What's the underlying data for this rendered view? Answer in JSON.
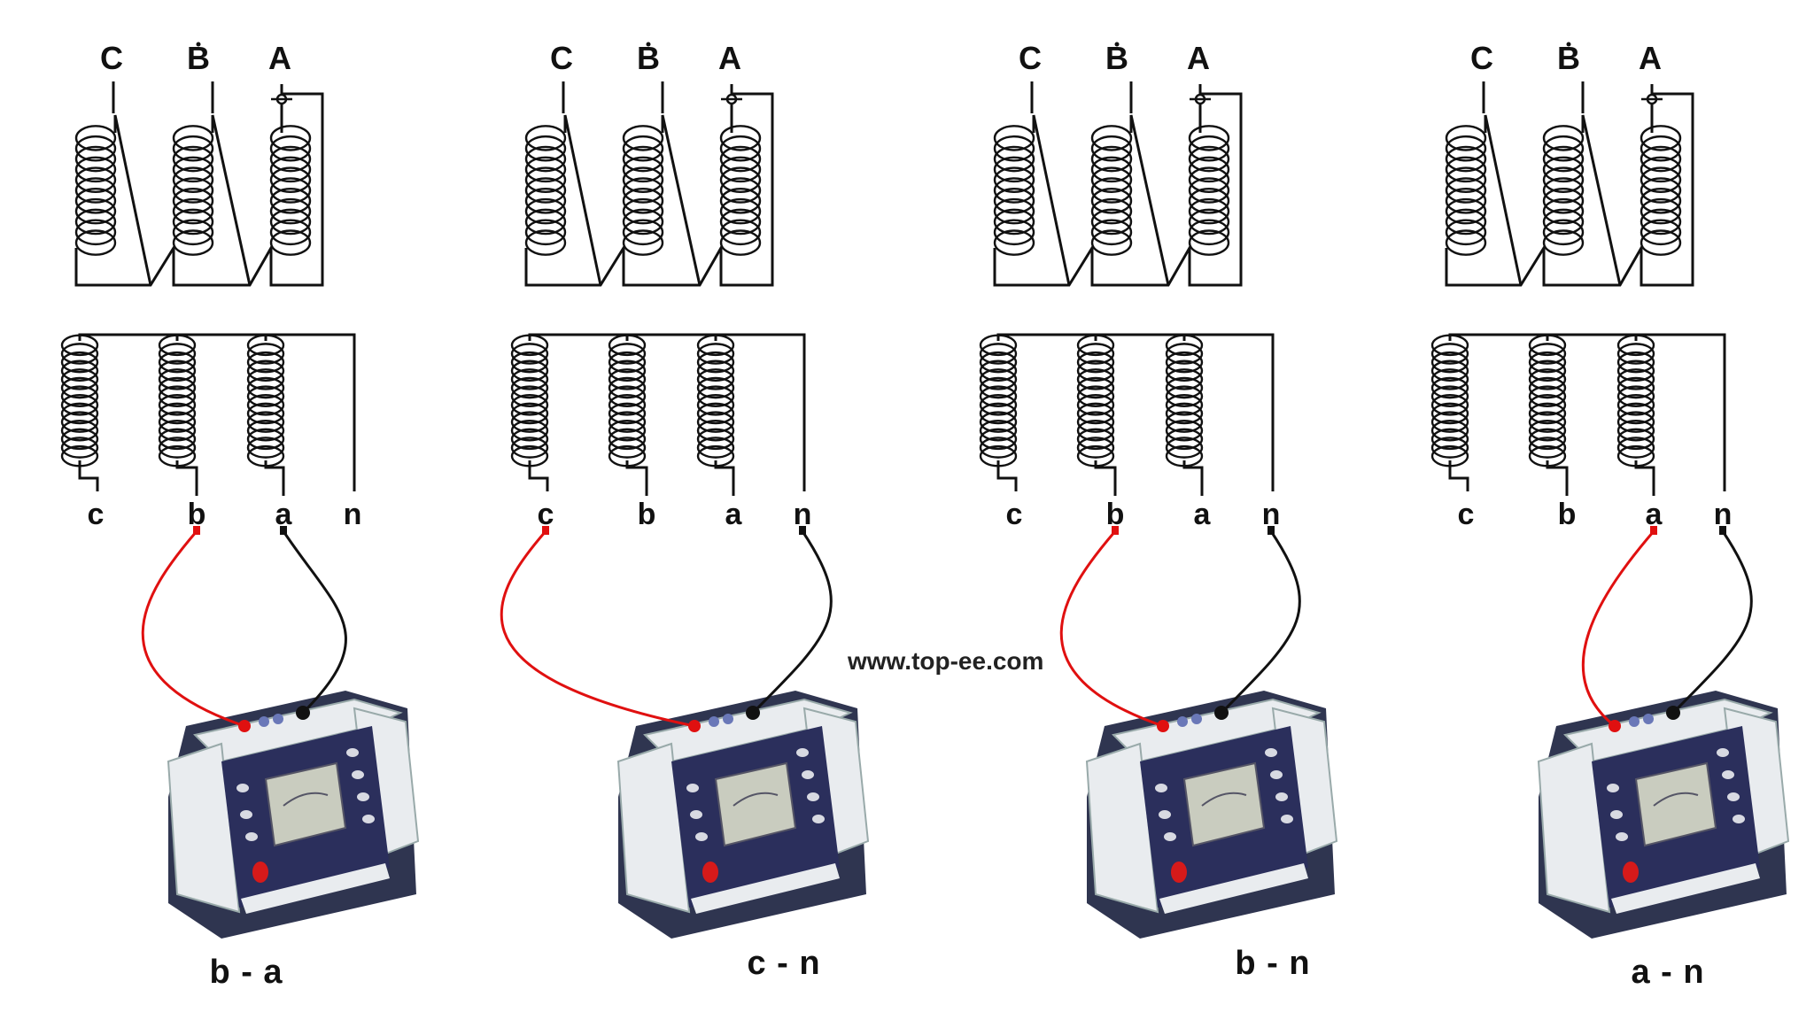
{
  "watermark": "www.top-ee.com",
  "hv_labels": [
    "C",
    "B",
    "A"
  ],
  "lv_labels": [
    "c",
    "b",
    "a",
    "n"
  ],
  "panels": [
    {
      "caption": "b - a",
      "red_terminal": "b",
      "black_terminal": "a"
    },
    {
      "caption": "c - n",
      "red_terminal": "c",
      "black_terminal": "n"
    },
    {
      "caption": "b - n",
      "red_terminal": "b",
      "black_terminal": "n"
    },
    {
      "caption": "a - n",
      "red_terminal": "a",
      "black_terminal": "n"
    }
  ],
  "colors": {
    "red_lead": "#e01010",
    "black_lead": "#111111",
    "tester_body": "#e9ecef",
    "tester_panel": "#2b2f5c",
    "tester_screen": "#c9ccbf",
    "tester_base": "#2f3550",
    "power_button": "#d61a1a"
  },
  "icons": [
    "coil-winding-icon",
    "test-lead-clip-icon",
    "insulation-tester-icon"
  ]
}
